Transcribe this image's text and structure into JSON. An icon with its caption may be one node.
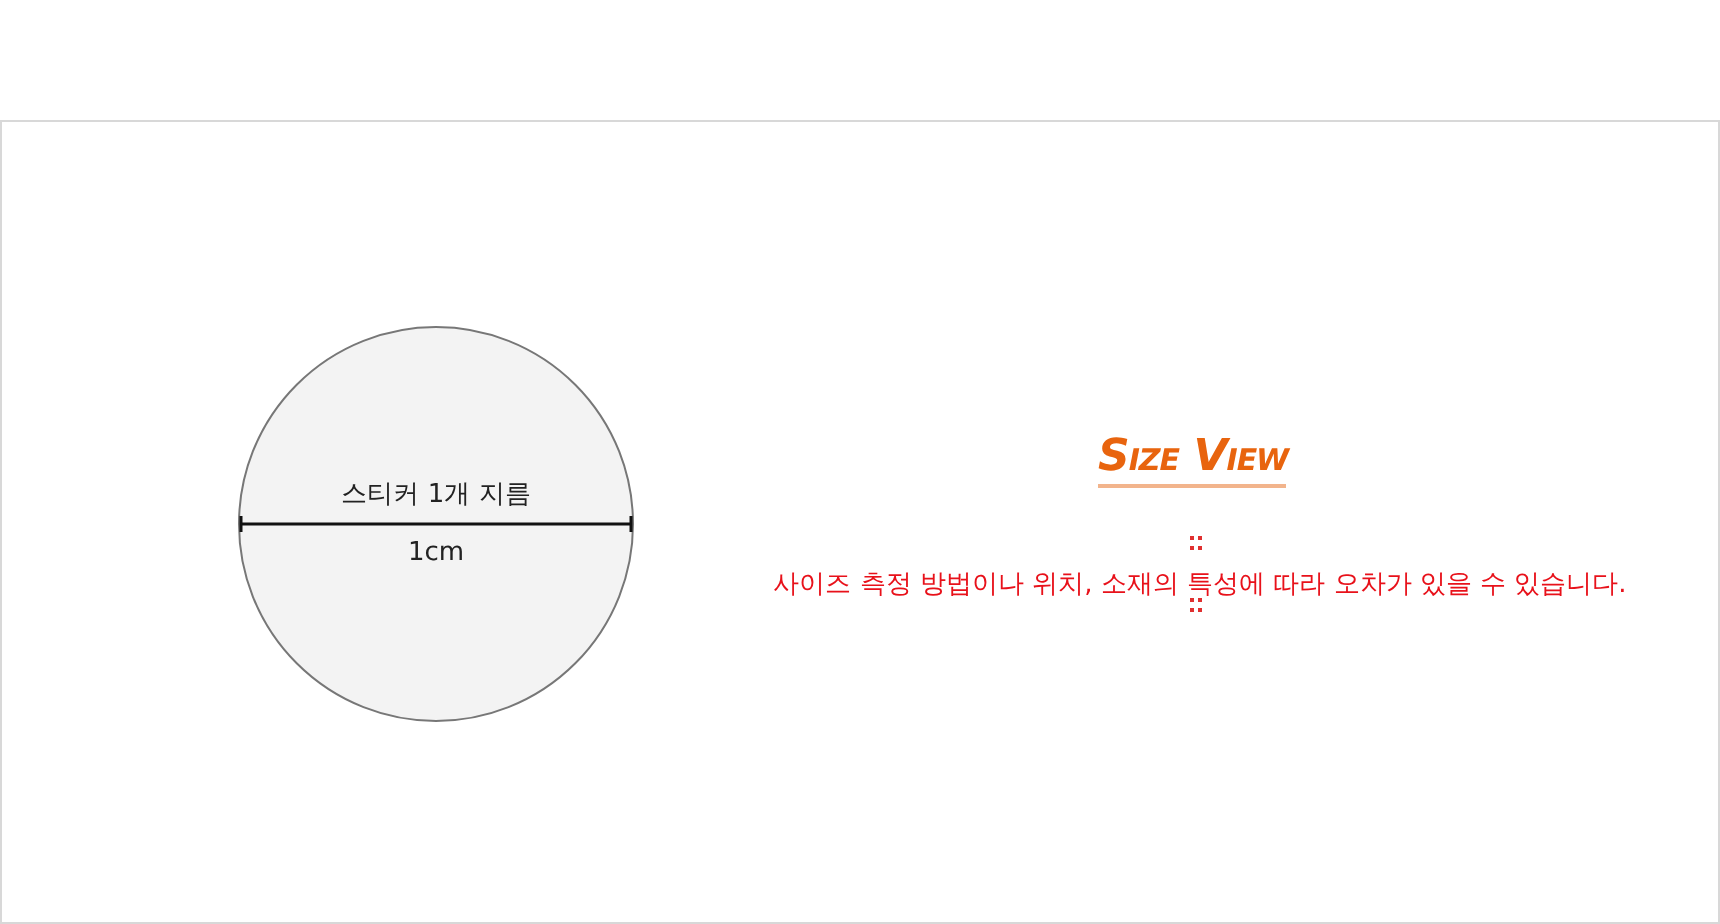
{
  "diagram": {
    "title": "Size View",
    "nodes": [
      {
        "text": [
          "스티커 1개 지름",
          "1cm"
        ]
      }
    ],
    "labels": [
      "사이즈 측정 방법이나 위치, 소재의 특성에 따라 오차가 있을 수 있습니다."
    ]
  }
}
